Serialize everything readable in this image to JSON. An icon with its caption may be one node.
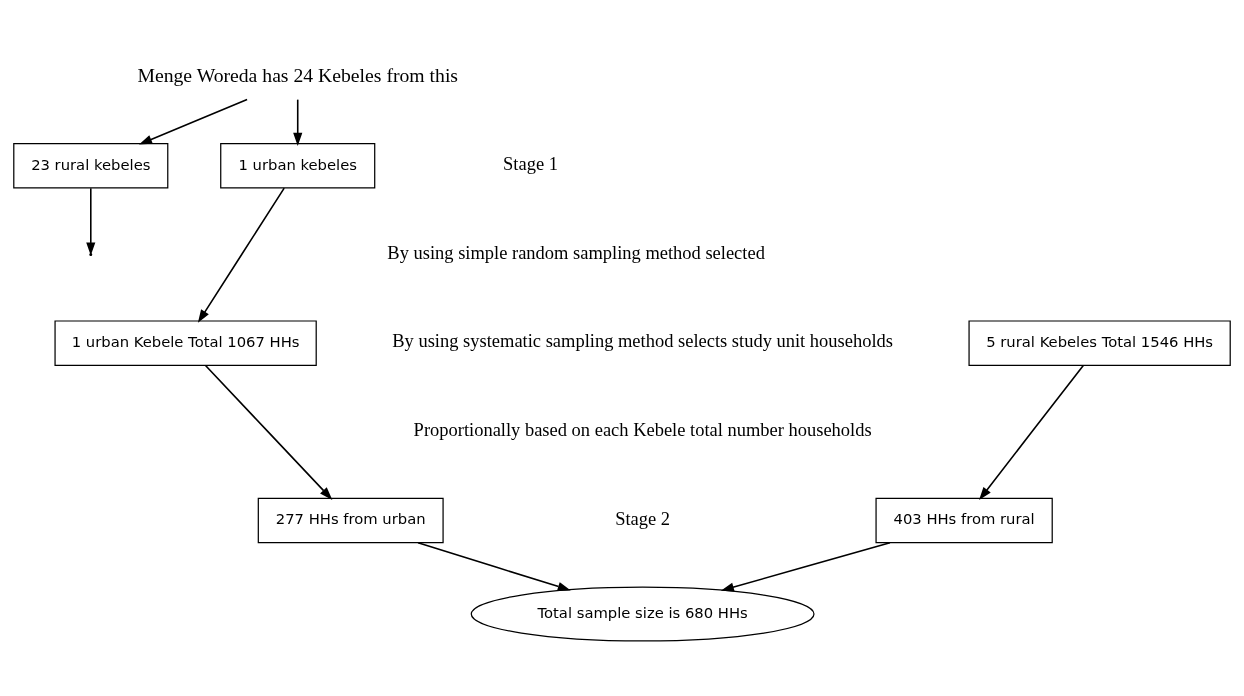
{
  "diagram": {
    "nodes": [
      {
        "text": [
          "Menge Woreda has 24 Kebeles from this"
        ]
      },
      {
        "text": [
          "23 rural kebeles"
        ]
      },
      {
        "text": [
          "1 urban kebeles"
        ]
      },
      {
        "text": [
          "5 rural Kebeles Total 1546 HHs"
        ]
      },
      {
        "text": [
          "1 urban Kebele Total 1067 HHs"
        ]
      },
      {
        "text": [
          "403 HHs from rural"
        ]
      },
      {
        "text": [
          "277 HHs from urban"
        ]
      },
      {
        "text": [
          "Total sample size is 680 HHs"
        ]
      }
    ],
    "edges": [
      {
        "from": 0,
        "to": 1,
        "arrow": "to"
      },
      {
        "from": 0,
        "to": 2,
        "arrow": "to"
      },
      {
        "from": 1,
        "to": null,
        "arrow": "to"
      },
      {
        "from": 2,
        "to": 4,
        "arrow": "to"
      },
      {
        "from": 3,
        "to": 5,
        "arrow": "to"
      },
      {
        "from": 4,
        "to": 6,
        "arrow": "to"
      },
      {
        "from": 5,
        "to": 7,
        "arrow": "to"
      },
      {
        "from": 6,
        "to": 7,
        "arrow": "to"
      }
    ],
    "labels": [
      "Stage 1",
      "By using simple random sampling method selected",
      "By using systematic sampling method selects study unit households",
      "Proportionally based on each Kebele total number households",
      "Stage 2"
    ]
  }
}
